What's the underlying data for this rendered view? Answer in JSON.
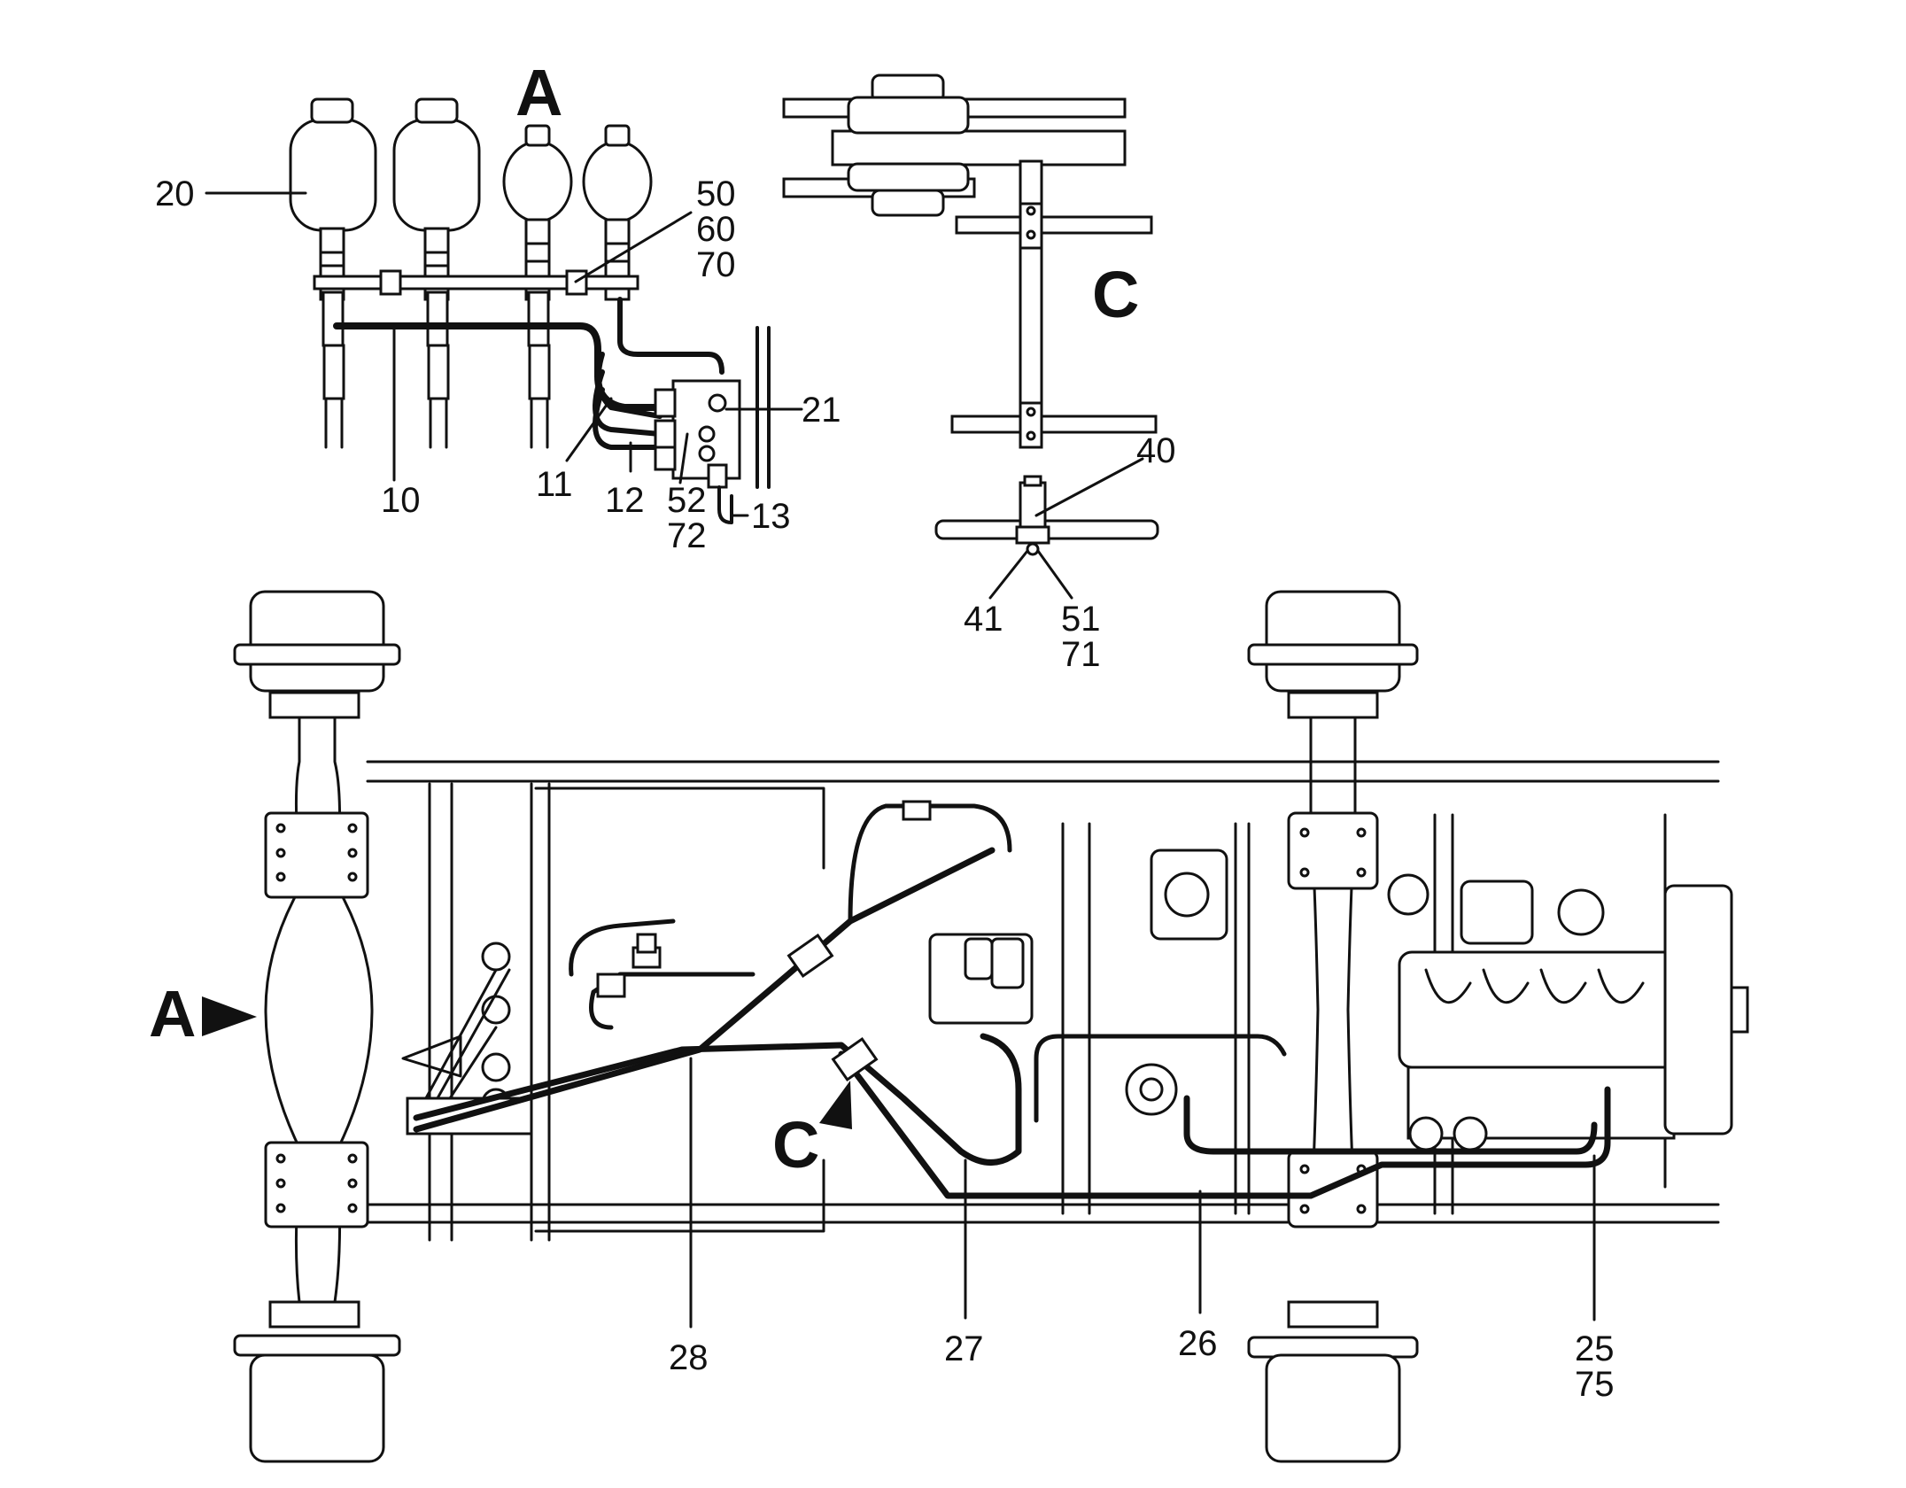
{
  "views": {
    "a_title": "A",
    "c_title": "C",
    "a_marker": "A",
    "c_marker": "C"
  },
  "callouts": {
    "c20": "20",
    "c50": "50",
    "c60": "60",
    "c70": "70",
    "c21": "21",
    "c10": "10",
    "c11": "11",
    "c12": "12",
    "c52": "52",
    "c72": "72",
    "c13": "13",
    "c40": "40",
    "c41": "41",
    "c51": "51",
    "c71": "71",
    "c28": "28",
    "c27": "27",
    "c26": "26",
    "c25": "25",
    "c75": "75"
  }
}
